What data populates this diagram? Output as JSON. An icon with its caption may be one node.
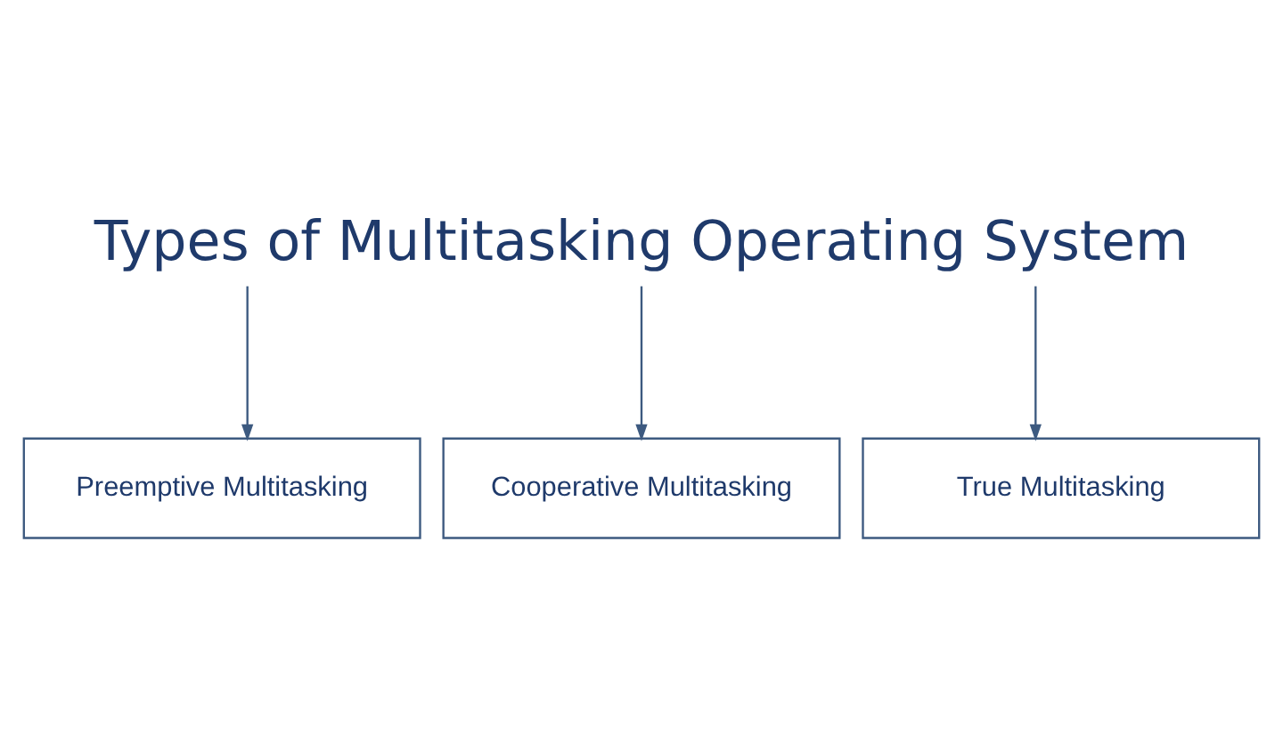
{
  "diagram": {
    "nodes": [
      {
        "text": [
          "Types of Multitasking Operating System"
        ]
      },
      {
        "text": [
          "Preemptive Multitasking"
        ]
      },
      {
        "text": [
          "Cooperative Multitasking"
        ]
      },
      {
        "text": [
          "True Multitasking"
        ]
      }
    ],
    "edges": [
      {
        "from": 0,
        "to": 1,
        "arrow": "to"
      },
      {
        "from": 0,
        "to": 2,
        "arrow": "to"
      },
      {
        "from": 0,
        "to": 3,
        "arrow": "to"
      }
    ]
  }
}
